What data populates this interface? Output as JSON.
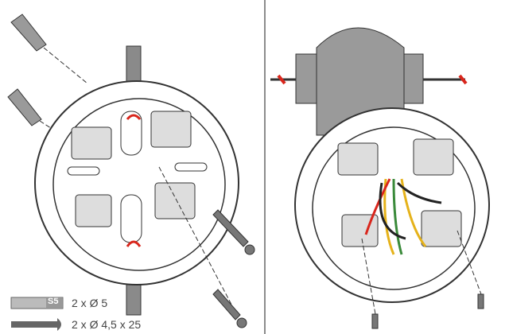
{
  "legend": {
    "dowel_code": "S5",
    "dowel_label": "2 x Ø 5",
    "screw_label": "2 x Ø 4,5 x 25"
  },
  "colors": {
    "line": "#333333",
    "cable": "#8a8a8a",
    "box": "#9a9a9a",
    "wire_red": "#d9261c",
    "wire_yellow": "#e5b21a",
    "wire_green": "#3a8a3a",
    "divider": "#666666"
  }
}
